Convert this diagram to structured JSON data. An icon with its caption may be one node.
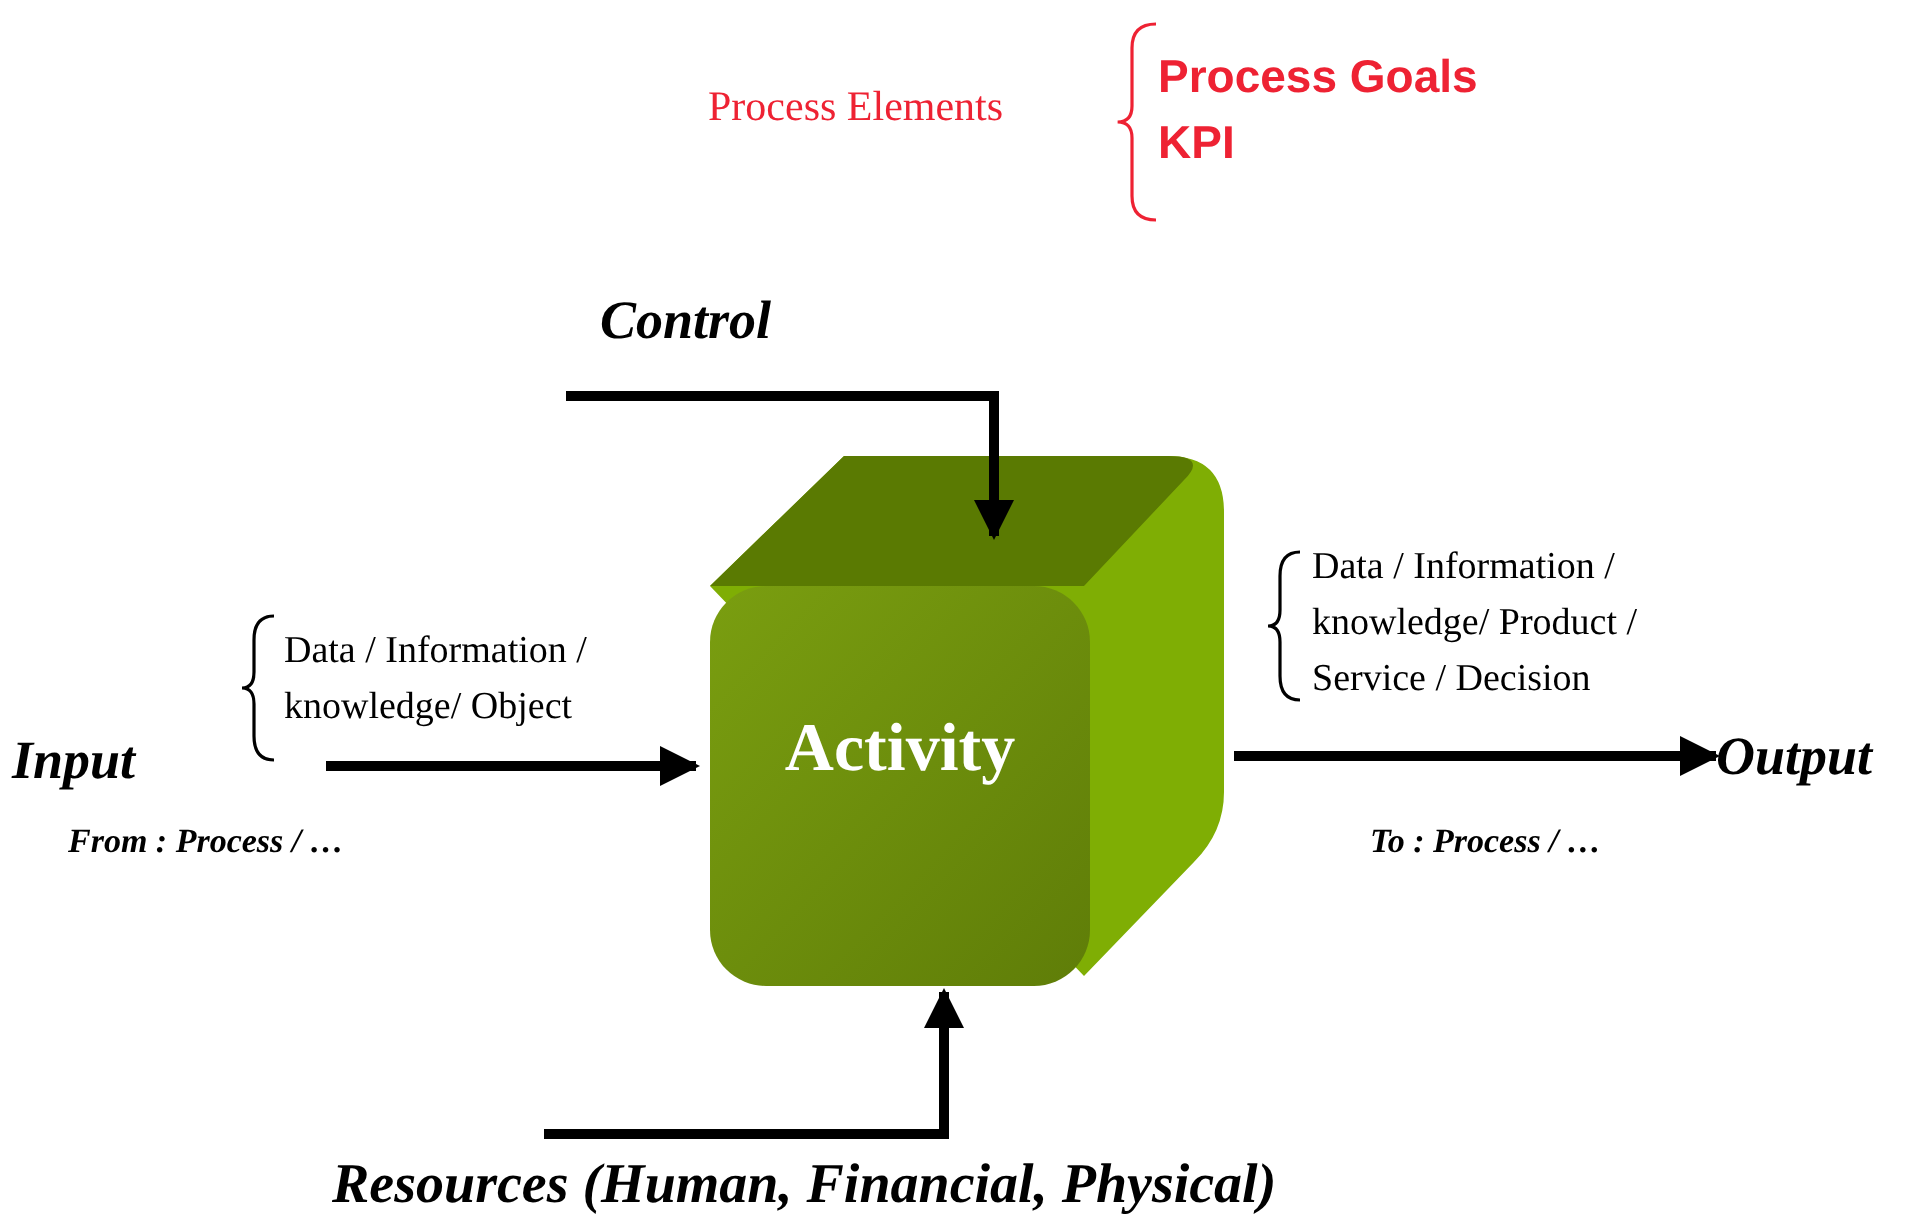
{
  "diagram": {
    "nodes": [
      {
        "text": [
          "Activity"
        ]
      },
      {
        "text": [
          "Control"
        ]
      },
      {
        "text": [
          "Input"
        ],
        "beside": [
          "From : Process / …"
        ]
      },
      {
        "text": [
          "Output"
        ],
        "beside": [
          "To : Process / …"
        ]
      },
      {
        "text": [
          "Resources (Human, Financial, Physical)"
        ]
      }
    ],
    "edges": [
      {
        "from": 1,
        "to": 0,
        "arrow": "to"
      },
      {
        "from": 2,
        "to": 0,
        "arrow": "to"
      },
      {
        "from": 0,
        "to": 3,
        "arrow": "to"
      },
      {
        "from": 4,
        "to": 0,
        "arrow": "to"
      }
    ],
    "labels": [
      "Process Elements",
      "Process Goals",
      "KPI",
      "Data / Information / knowledge/ Object",
      "Data / Information / knowledge/ Product / Service / Decision"
    ]
  }
}
